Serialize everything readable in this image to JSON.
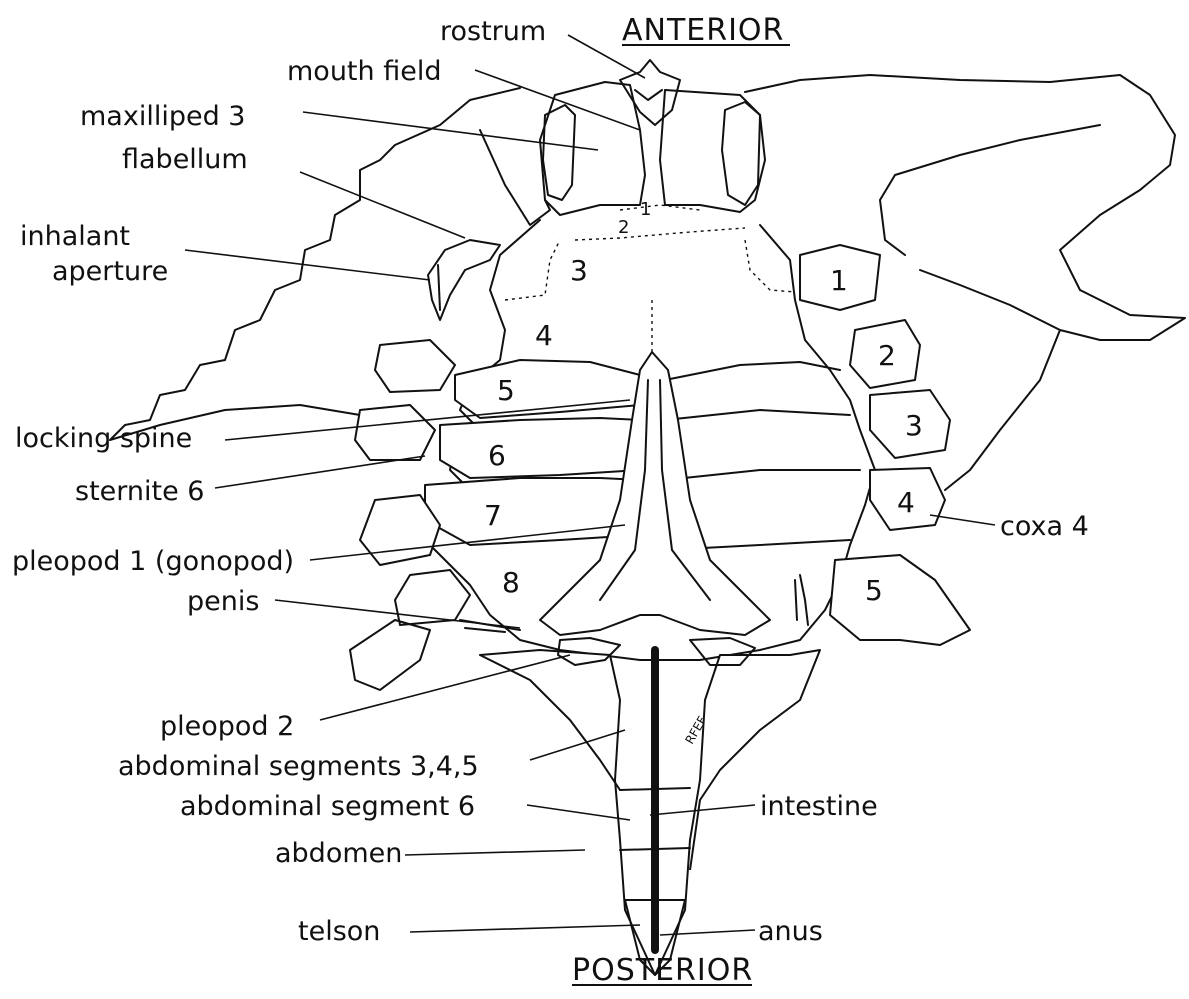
{
  "titles": {
    "anterior": "ANTERIOR",
    "posterior": "POSTERIOR"
  },
  "labels": {
    "rostrum": "rostrum",
    "mouth_field": "mouth field",
    "maxilliped_3": "maxilliped 3",
    "flabellum": "flabellum",
    "inhalant_1": "inhalant",
    "inhalant_2": "aperture",
    "locking_spine": "locking spine",
    "sternite_6": "sternite 6",
    "pleopod_1": "pleopod 1 (gonopod)",
    "penis": "penis",
    "pleopod_2": "pleopod 2",
    "abdominal_345": "abdominal segments 3,4,5",
    "abdominal_6": "abdominal segment 6",
    "abdomen": "abdomen",
    "telson": "telson",
    "coxa_4": "coxa 4",
    "intestine": "intestine",
    "anus": "anus"
  },
  "numbers": {
    "sternite": [
      "1",
      "2",
      "3",
      "4",
      "5",
      "6",
      "7",
      "8"
    ],
    "coxa": [
      "1",
      "2",
      "3",
      "4",
      "5"
    ]
  },
  "signature": "RFEF"
}
